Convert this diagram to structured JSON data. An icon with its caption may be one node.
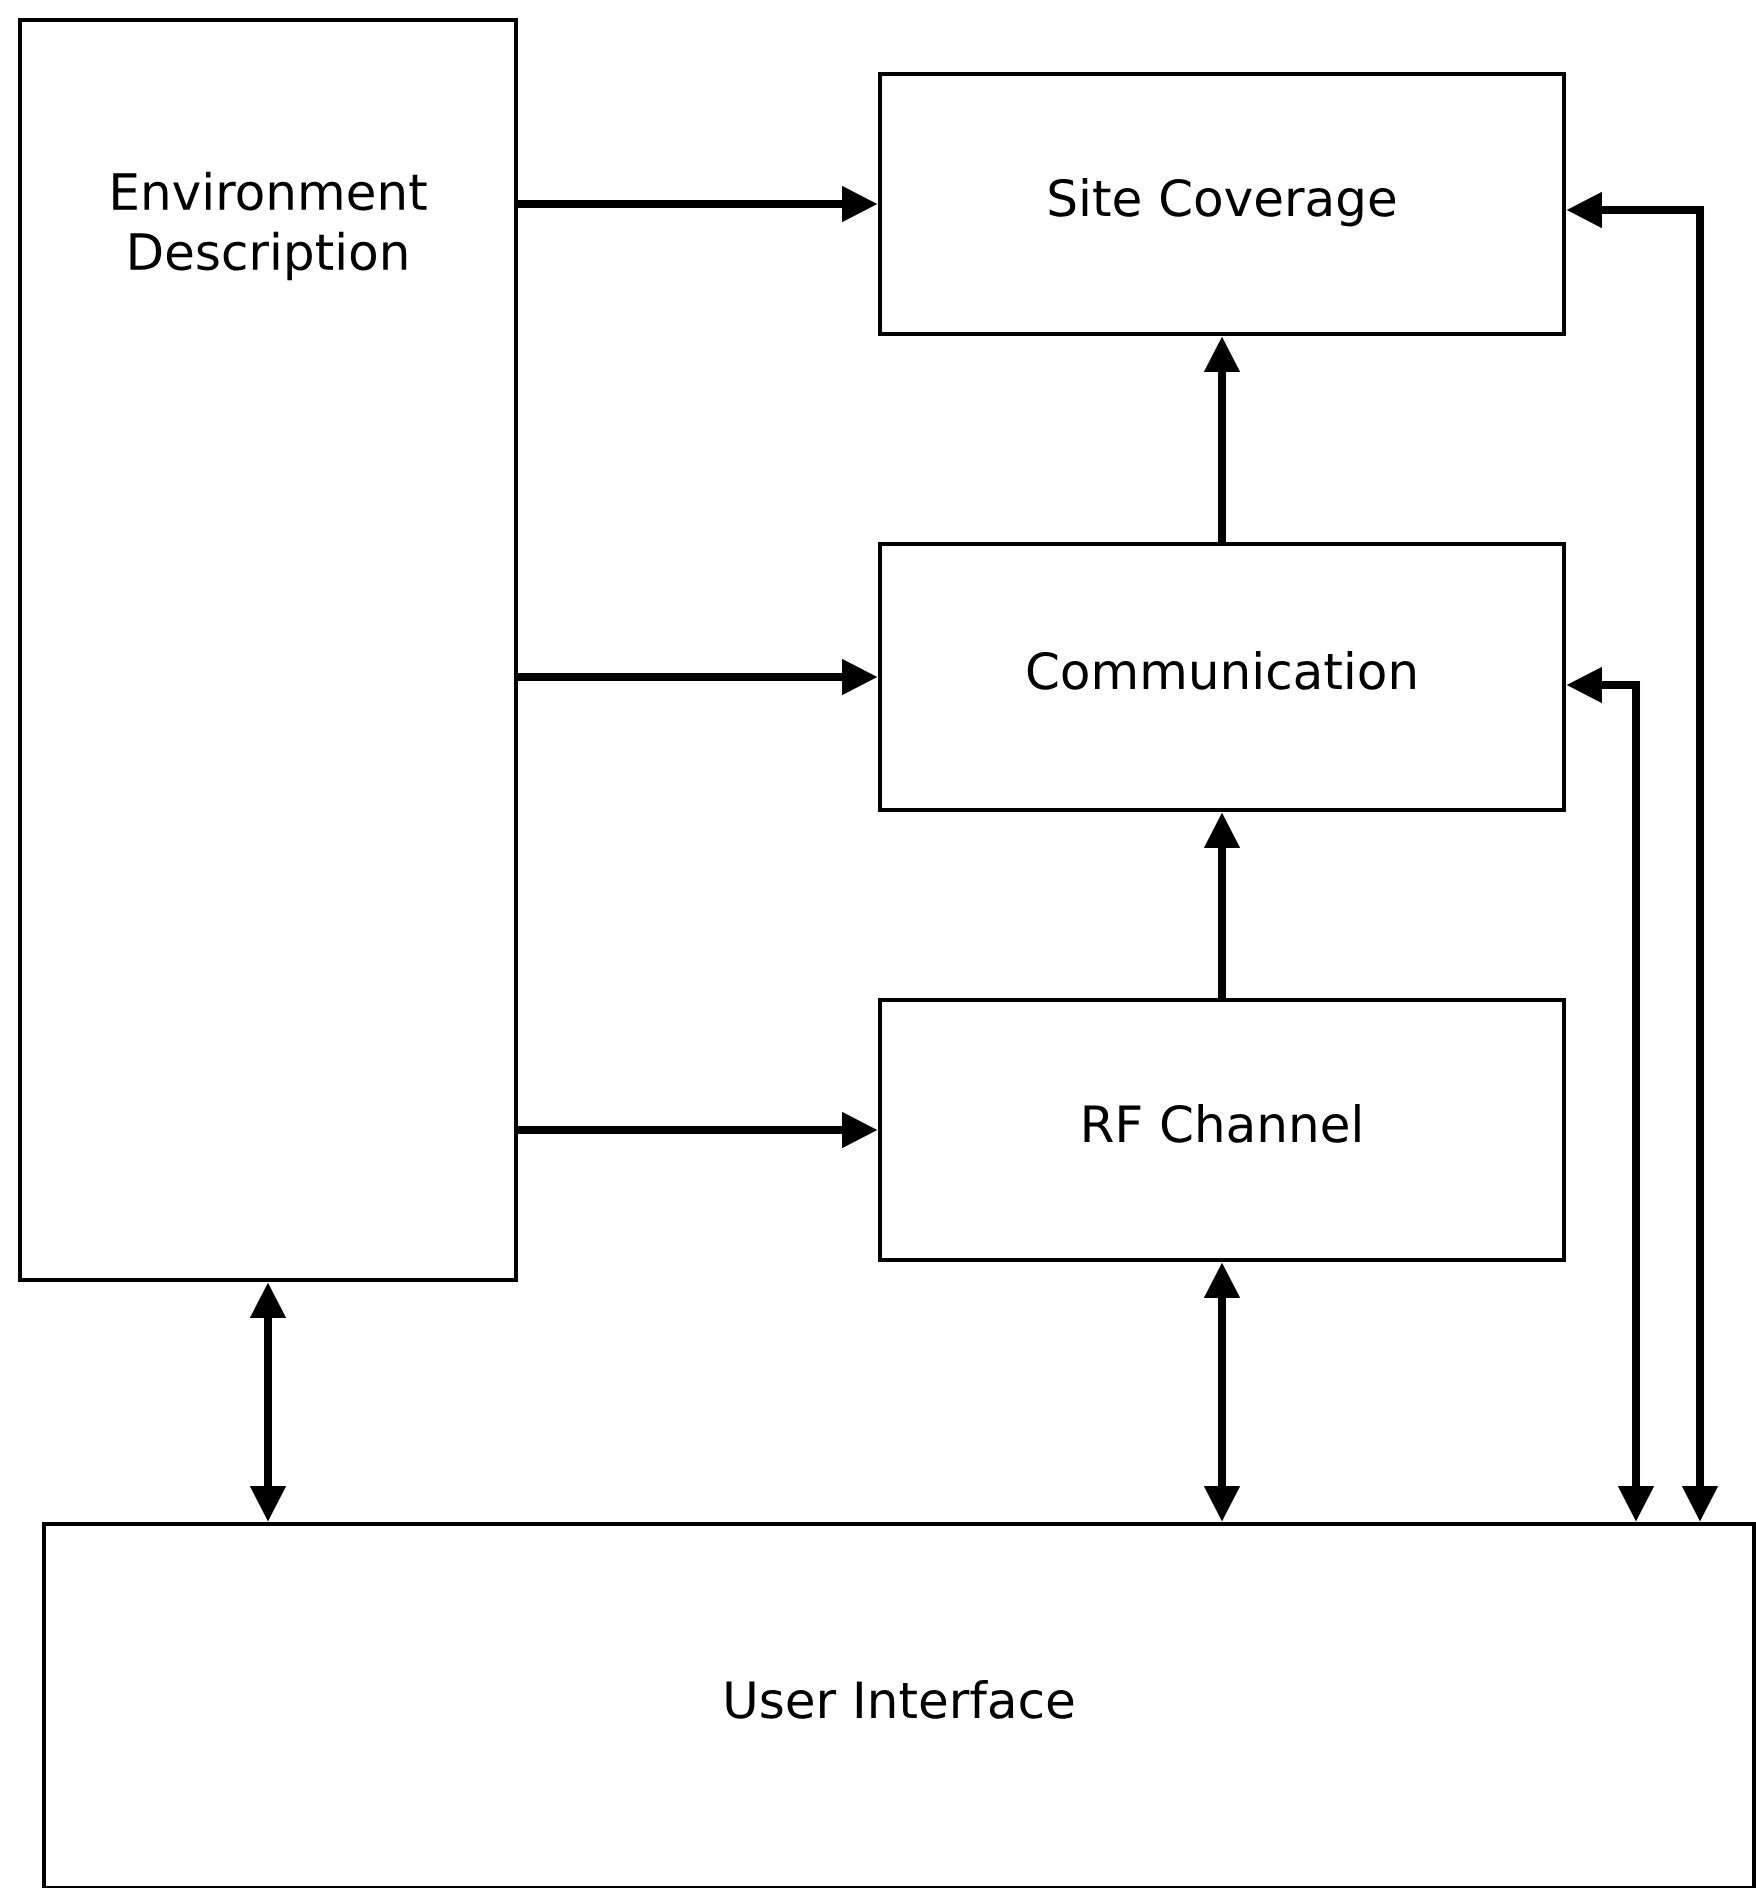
{
  "diagram": {
    "nodes": [
      {
        "text": [
          "Environment Description"
        ]
      },
      {
        "text": [
          "Site Coverage"
        ]
      },
      {
        "text": [
          "Communication"
        ]
      },
      {
        "text": [
          "RF Channel"
        ]
      },
      {
        "text": [
          "User Interface"
        ]
      }
    ],
    "edges": [
      {
        "from": 0,
        "to": 1,
        "arrow": "to"
      },
      {
        "from": 0,
        "to": 2,
        "arrow": "to"
      },
      {
        "from": 0,
        "to": 3,
        "arrow": "to"
      },
      {
        "from": 3,
        "to": 2,
        "arrow": "to"
      },
      {
        "from": 2,
        "to": 1,
        "arrow": "to"
      },
      {
        "from": 4,
        "to": 0,
        "arrow": "both"
      },
      {
        "from": 4,
        "to": 3,
        "arrow": "both"
      },
      {
        "from": 4,
        "to": 2,
        "arrow": "both"
      },
      {
        "from": 4,
        "to": 1,
        "arrow": "both"
      }
    ]
  }
}
